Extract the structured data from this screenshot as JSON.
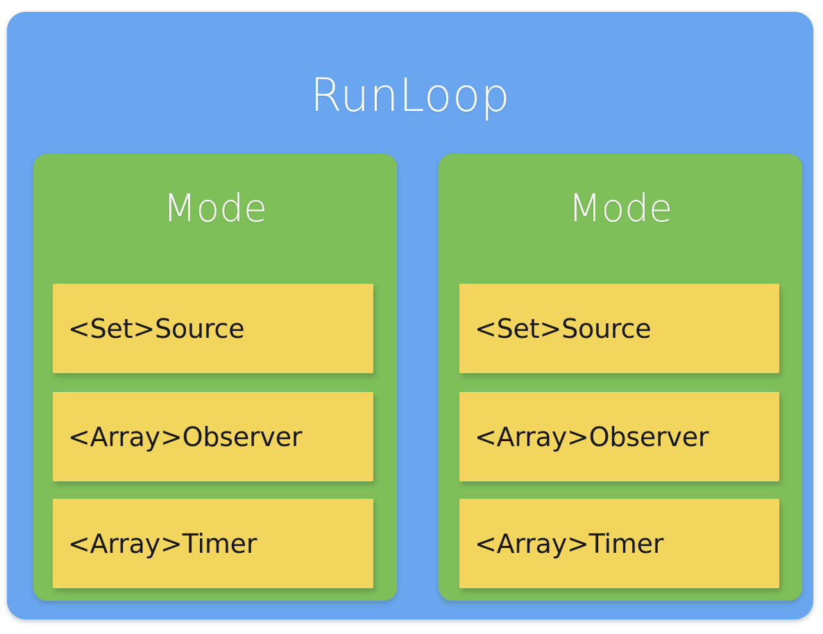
{
  "meta": {
    "diagram_title": "RunLoop",
    "background_color": "#ffffff"
  },
  "colors": {
    "runloop_blue": "#6aa6ef",
    "mode_green": "#7ebf5a",
    "item_yellow": "#f2d55c",
    "title_text": "#ffffff",
    "item_text": "#171717"
  },
  "runloop": {
    "title": "RunLoop",
    "modes": [
      {
        "title": "Mode",
        "items": [
          {
            "label": "<Set>Source"
          },
          {
            "label": "<Array>Observer"
          },
          {
            "label": "<Array>Timer"
          }
        ]
      },
      {
        "title": "Mode",
        "items": [
          {
            "label": "<Set>Source"
          },
          {
            "label": "<Array>Observer"
          },
          {
            "label": "<Array>Timer"
          }
        ]
      }
    ]
  }
}
